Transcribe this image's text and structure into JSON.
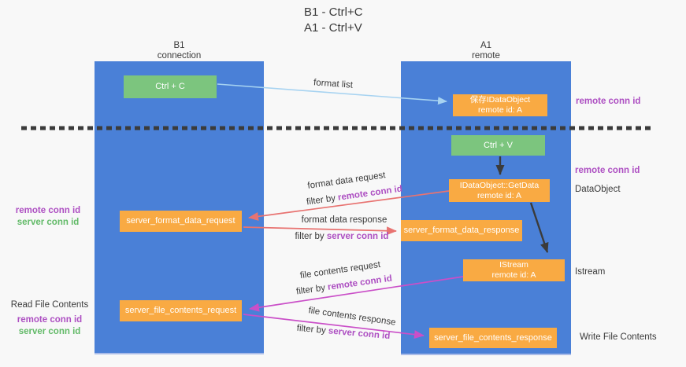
{
  "title": {
    "line1": "B1 - Ctrl+C",
    "line2": "A1 - Ctrl+V"
  },
  "lanes": {
    "left": {
      "header1": "B1",
      "header2": "connection"
    },
    "right": {
      "header1": "A1",
      "header2": "remote"
    }
  },
  "nodes": {
    "ctrl_c": {
      "label": "Ctrl + C"
    },
    "ctrl_v": {
      "label": "Ctrl + V"
    },
    "save_dataobject": {
      "line1": "保存IDataObject",
      "line2": "remote id: A"
    },
    "getdata": {
      "line1": "IDataObject::GetData",
      "line2": "remote id: A"
    },
    "istream": {
      "line1": "IStream",
      "line2": "remote id: A"
    },
    "format_request": {
      "label": "server_format_data_request"
    },
    "format_response": {
      "label": "server_format_data_response"
    },
    "file_request": {
      "label": "server_file_contents_request"
    },
    "file_response": {
      "label": "server_file_contents_response"
    }
  },
  "side_labels": {
    "remote_conn_id_top": "remote conn id",
    "remote_conn_id_mid": "remote conn id",
    "dataobject": "DataObject",
    "istream": "Istream",
    "write_file_contents": "Write File Contents",
    "read_file_contents": "Read File Contents",
    "left_remote_conn_id": "remote conn id",
    "left_server_conn_id": "server conn id"
  },
  "arrow_labels": {
    "format_list": "format list",
    "format_data_request": "format data request",
    "format_data_response": "format data response",
    "file_contents_request": "file contents request",
    "file_contents_response": "file contents response",
    "filter_by": "filter by ",
    "remote_conn_id": "remote conn id",
    "server_conn_id": "server conn id"
  },
  "colors": {
    "lane": "#4a80d7",
    "node_orange": "#f9aa43",
    "node_green": "#7cc57e",
    "arrow_red": "#e87371",
    "arrow_magenta": "#ca4fc8",
    "arrow_blue": "#a7d3f1",
    "arrow_black": "#3b3b3b",
    "label_purple": "#ad4fc2",
    "label_green": "#62ba68"
  }
}
